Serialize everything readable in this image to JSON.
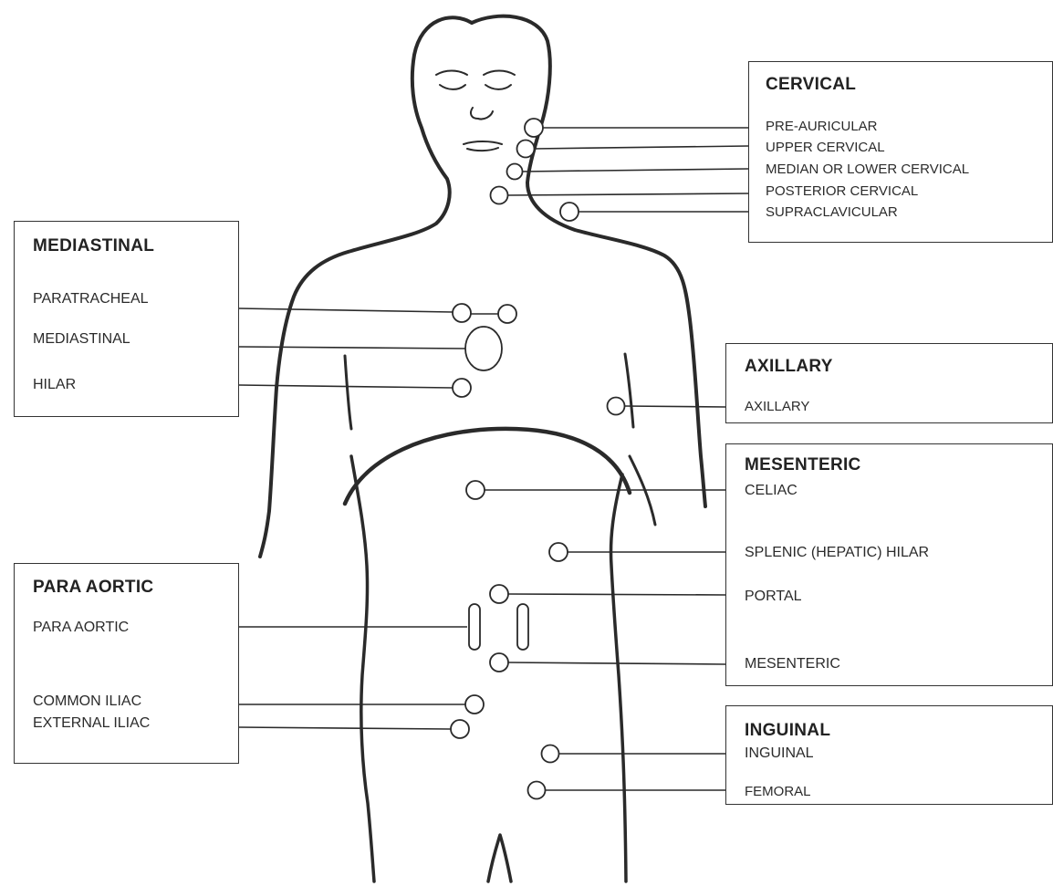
{
  "groups": {
    "cervical": {
      "title": "CERVICAL",
      "items": [
        "PRE-AURICULAR",
        "UPPER CERVICAL",
        "MEDIAN OR LOWER CERVICAL",
        "POSTERIOR CERVICAL",
        "SUPRACLAVICULAR"
      ]
    },
    "mediastinal": {
      "title": "MEDIASTINAL",
      "items": [
        "PARATRACHEAL",
        "MEDIASTINAL",
        "HILAR"
      ]
    },
    "axillary": {
      "title": "AXILLARY",
      "items": [
        "AXILLARY"
      ]
    },
    "mesenteric": {
      "title": "MESENTERIC",
      "items": [
        "CELIAC",
        "SPLENIC (HEPATIC) HILAR",
        "PORTAL",
        "MESENTERIC"
      ]
    },
    "para_aortic": {
      "title": "PARA AORTIC",
      "items": [
        "PARA AORTIC",
        "COMMON ILIAC",
        "EXTERNAL ILIAC"
      ]
    },
    "inguinal": {
      "title": "INGUINAL",
      "items": [
        "INGUINAL",
        "FEMORAL"
      ]
    }
  },
  "colors": {
    "line": "#2a2a2a",
    "box_border": "#333333",
    "background": "#ffffff"
  }
}
